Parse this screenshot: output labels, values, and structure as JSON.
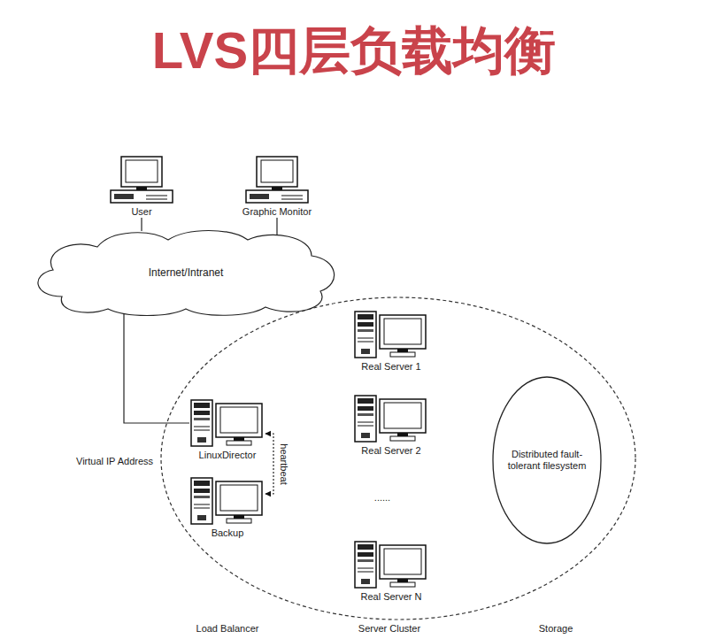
{
  "diagram": {
    "title": "LVS四层负载均衡",
    "nodes": [
      {
        "text": [
          "User"
        ]
      },
      {
        "text": [
          "Graphic Monitor"
        ]
      },
      {
        "text": [
          "Internet/Intranet"
        ]
      },
      {
        "text": [
          "Real Server 1"
        ]
      },
      {
        "text": [
          "LinuxDirector"
        ]
      },
      {
        "text": [
          "Real Server 2"
        ]
      },
      {
        "text": [
          "Distributed fault-tolerant filesystem"
        ]
      },
      {
        "text": [
          "Backup"
        ]
      },
      {
        "text": [
          "Real Server N"
        ]
      }
    ],
    "edges": [
      {
        "from": 0,
        "to": 2,
        "arrow": "none"
      },
      {
        "from": 1,
        "to": 2,
        "arrow": "none"
      },
      {
        "from": 2,
        "to": 4,
        "arrow": "none"
      },
      {
        "from": 4,
        "to": 7,
        "label": "heartbeat",
        "arrow": "both"
      }
    ],
    "labels": [
      "Virtual IP Address",
      "......",
      "Load Balancer",
      "Server Cluster",
      "Storage"
    ]
  }
}
